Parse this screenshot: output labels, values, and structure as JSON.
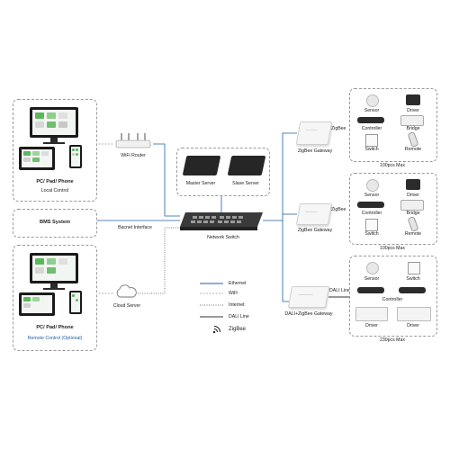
{
  "clients_top": {
    "title": "PC/ Pad/ Phone",
    "subtitle": "Local Control"
  },
  "bms": {
    "title": "BMS System"
  },
  "clients_bottom": {
    "title": "PC/ Pad/ Phone",
    "subtitle": "Remote Control (Optional)"
  },
  "wifi_router": {
    "label": "WiFi Router"
  },
  "servers": {
    "master": "Master Server",
    "slave": "Slave Server"
  },
  "network_switch": {
    "label": "Network Switch"
  },
  "bacnet": {
    "label": "Bacnet Interface"
  },
  "cloud": {
    "label": "Cloud Server"
  },
  "gateways": [
    {
      "label": "ZigBee Gateway",
      "tag": "ZigBee"
    },
    {
      "label": "ZigBee Gateway",
      "tag": "ZigBee"
    },
    {
      "label": "DALI+ZigBee Gateway",
      "tag": "DALI Line"
    }
  ],
  "device_groups": [
    {
      "items": [
        "Sensor",
        "Driver",
        "Controller",
        "Bridge",
        "Switch",
        "Remote"
      ],
      "max": "100pcs Max"
    },
    {
      "items": [
        "Sensor",
        "Driver",
        "Controller",
        "Bridge",
        "Switch",
        "Remote"
      ],
      "max": "100pcs Max"
    },
    {
      "items": [
        "Sensor",
        "Switch",
        "Controller",
        "Driver",
        "Driver"
      ],
      "max": "230pcs Max"
    }
  ],
  "legend": {
    "ethernet": "Ethernet",
    "wifi": "WiFi",
    "internet": "Internet",
    "dali": "DALI Line",
    "zigbee": "ZigBee"
  },
  "colors": {
    "ethernet": "#1f5fa8",
    "dashed": "#9a9a9a",
    "dali": "#333333",
    "accent_blue": "#1f5fa8"
  }
}
